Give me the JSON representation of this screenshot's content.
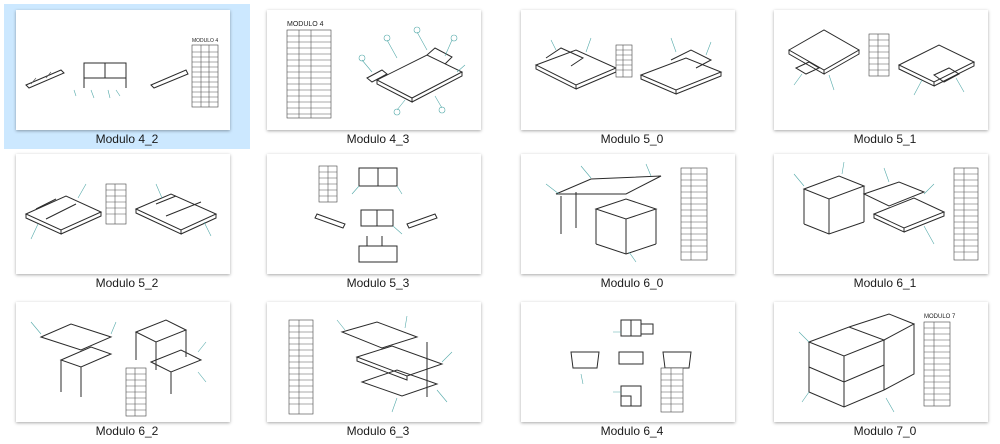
{
  "thumbnails": [
    {
      "caption": "Modulo 4_2",
      "selected": true
    },
    {
      "caption": "Modulo 4_3",
      "selected": false
    },
    {
      "caption": "Modulo 5_0",
      "selected": false
    },
    {
      "caption": "Modulo 5_1",
      "selected": false
    },
    {
      "caption": "Modulo 5_2",
      "selected": false
    },
    {
      "caption": "Modulo 5_3",
      "selected": false
    },
    {
      "caption": "Modulo 6_0",
      "selected": false
    },
    {
      "caption": "Modulo 6_1",
      "selected": false
    },
    {
      "caption": "Modulo 6_2",
      "selected": false
    },
    {
      "caption": "Modulo 6_3",
      "selected": false
    },
    {
      "caption": "Modulo 6_4",
      "selected": false
    },
    {
      "caption": "Modulo 7_0",
      "selected": false
    }
  ],
  "drawing_titles": {
    "t0": "MODULO 4",
    "t1": "MODULO 4",
    "t11": "MODULO 7"
  },
  "colors": {
    "selection": "#cce8ff",
    "callout": "#55aaaa"
  }
}
